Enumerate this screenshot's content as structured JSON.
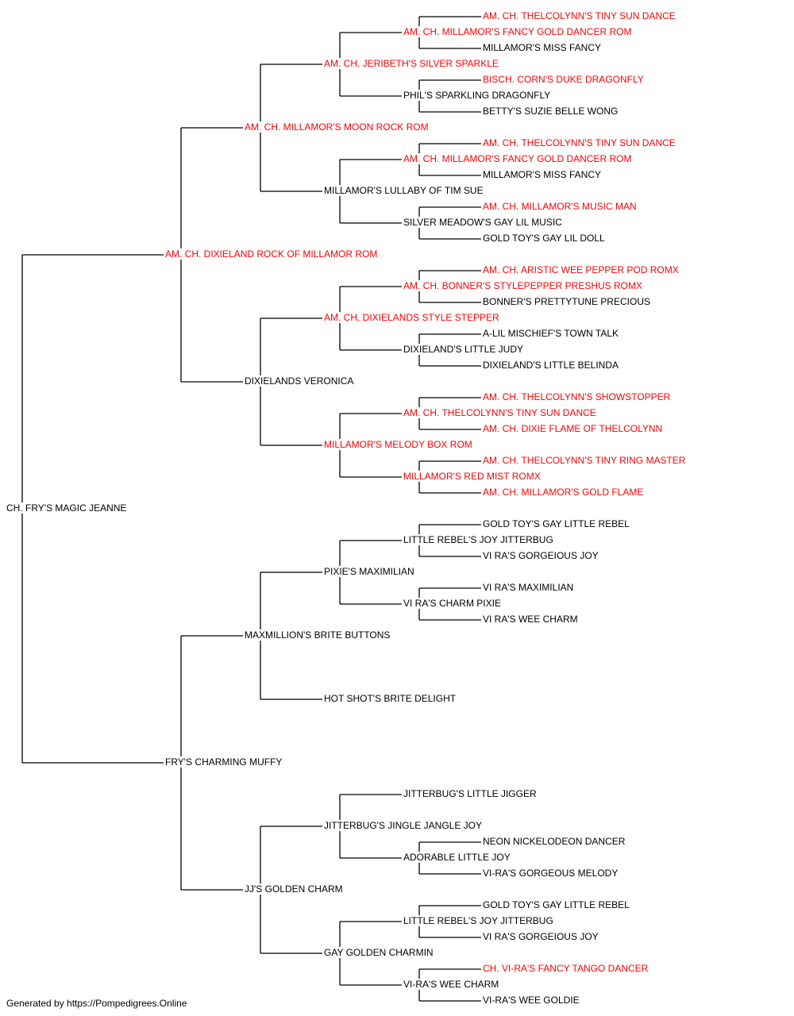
{
  "colors": {
    "titled": "#ff0000",
    "plain": "#000000",
    "line": "#000000"
  },
  "footer": "Generated by https://Pompedigrees.Online",
  "pedigree": {
    "name": "CH. FRY'S MAGIC JEANNE",
    "titled": false,
    "sire": {
      "name": "AM. CH. DIXIELAND ROCK OF MILLAMOR ROM",
      "titled": true,
      "sire": {
        "name": "AM. CH. MILLAMOR'S MOON ROCK ROM",
        "titled": true,
        "sire": {
          "name": "AM. CH. JERIBETH'S SILVER SPARKLE",
          "titled": true,
          "sire": {
            "name": "AM. CH. MILLAMOR'S FANCY GOLD DANCER ROM",
            "titled": true,
            "sire": {
              "name": "AM. CH. THELCOLYNN'S TINY SUN DANCE",
              "titled": true
            },
            "dam": {
              "name": "MILLAMOR'S MISS FANCY",
              "titled": false
            }
          },
          "dam": {
            "name": "PHIL'S SPARKLING DRAGONFLY",
            "titled": false,
            "sire": {
              "name": "BISCH. CORN'S DUKE DRAGONFLY",
              "titled": true
            },
            "dam": {
              "name": "BETTY'S SUZIE BELLE WONG",
              "titled": false
            }
          }
        },
        "dam": {
          "name": "MILLAMOR'S LULLABY OF TIM SUE",
          "titled": false,
          "sire": {
            "name": "AM. CH. MILLAMOR'S FANCY GOLD DANCER ROM",
            "titled": true,
            "sire": {
              "name": "AM. CH. THELCOLYNN'S TINY SUN DANCE",
              "titled": true
            },
            "dam": {
              "name": "MILLAMOR'S MISS FANCY",
              "titled": false
            }
          },
          "dam": {
            "name": "SILVER MEADOW'S GAY LIL MUSIC",
            "titled": false,
            "sire": {
              "name": "AM. CH. MILLAMOR'S MUSIC MAN",
              "titled": true
            },
            "dam": {
              "name": "GOLD TOY'S GAY LIL DOLL",
              "titled": false
            }
          }
        }
      },
      "dam": {
        "name": "DIXIELANDS VERONICA",
        "titled": false,
        "sire": {
          "name": "AM. CH. DIXIELANDS STYLE STEPPER",
          "titled": true,
          "sire": {
            "name": "AM. CH. BONNER'S STYLEPEPPER PRESHUS ROMX",
            "titled": true,
            "sire": {
              "name": "AM. CH. ARISTIC WEE PEPPER POD ROMX",
              "titled": true
            },
            "dam": {
              "name": "BONNER'S PRETTYTUNE PRECIOUS",
              "titled": false
            }
          },
          "dam": {
            "name": "DIXIELAND'S LITTLE JUDY",
            "titled": false,
            "sire": {
              "name": "A-LIL MISCHIEF'S TOWN TALK",
              "titled": false
            },
            "dam": {
              "name": "DIXIELAND'S LITTLE BELINDA",
              "titled": false
            }
          }
        },
        "dam": {
          "name": "MILLAMOR'S MELODY BOX ROM",
          "titled": true,
          "sire": {
            "name": "AM. CH. THELCOLYNN'S TINY SUN DANCE",
            "titled": true,
            "sire": {
              "name": "AM. CH. THELCOLYNN'S SHOWSTOPPER",
              "titled": true
            },
            "dam": {
              "name": "AM. CH. DIXIE FLAME OF THELCOLYNN",
              "titled": true
            }
          },
          "dam": {
            "name": "MILLAMOR'S RED MIST ROMX",
            "titled": true,
            "sire": {
              "name": "AM. CH. THELCOLYNN'S TINY RING MASTER",
              "titled": true
            },
            "dam": {
              "name": "AM. CH. MILLAMOR'S GOLD FLAME",
              "titled": true
            }
          }
        }
      }
    },
    "dam": {
      "name": "FRY'S CHARMING MUFFY",
      "titled": false,
      "sire": {
        "name": "MAXMILLION'S BRITE BUTTONS",
        "titled": false,
        "sire": {
          "name": "PIXIE'S MAXIMILIAN",
          "titled": false,
          "sire": {
            "name": "LITTLE REBEL'S JOY JITTERBUG",
            "titled": false,
            "sire": {
              "name": "GOLD TOY'S GAY LITTLE REBEL",
              "titled": false
            },
            "dam": {
              "name": "VI RA'S GORGEIOUS JOY",
              "titled": false
            }
          },
          "dam": {
            "name": "VI RA'S CHARM PIXIE",
            "titled": false,
            "sire": {
              "name": "VI RA'S MAXIMILIAN",
              "titled": false
            },
            "dam": {
              "name": "VI RA'S WEE CHARM",
              "titled": false
            }
          }
        },
        "dam": {
          "name": "HOT SHOT'S BRITE DELIGHT",
          "titled": false
        }
      },
      "dam": {
        "name": "JJ'S GOLDEN CHARM",
        "titled": false,
        "sire": {
          "name": "JITTERBUG'S JINGLE JANGLE JOY",
          "titled": false,
          "sire": {
            "name": "JITTERBUG'S LITTLE JIGGER",
            "titled": false
          },
          "dam": {
            "name": "ADORABLE LITTLE JOY",
            "titled": false,
            "sire": {
              "name": "NEON NICKELODEON DANCER",
              "titled": false
            },
            "dam": {
              "name": "VI-RA'S GORGEOUS MELODY",
              "titled": false
            }
          }
        },
        "dam": {
          "name": "GAY GOLDEN CHARMIN",
          "titled": false,
          "sire": {
            "name": "LITTLE REBEL'S JOY JITTERBUG",
            "titled": false,
            "sire": {
              "name": "GOLD TOY'S GAY LITTLE REBEL",
              "titled": false
            },
            "dam": {
              "name": "VI RA'S GORGEIOUS JOY",
              "titled": false
            }
          },
          "dam": {
            "name": "VI-RA'S WEE CHARM",
            "titled": false,
            "sire": {
              "name": "CH. VI-RA'S FANCY TANGO DANCER",
              "titled": true
            },
            "dam": {
              "name": "VI-RA'S WEE GOLDIE",
              "titled": false
            }
          }
        }
      }
    }
  }
}
